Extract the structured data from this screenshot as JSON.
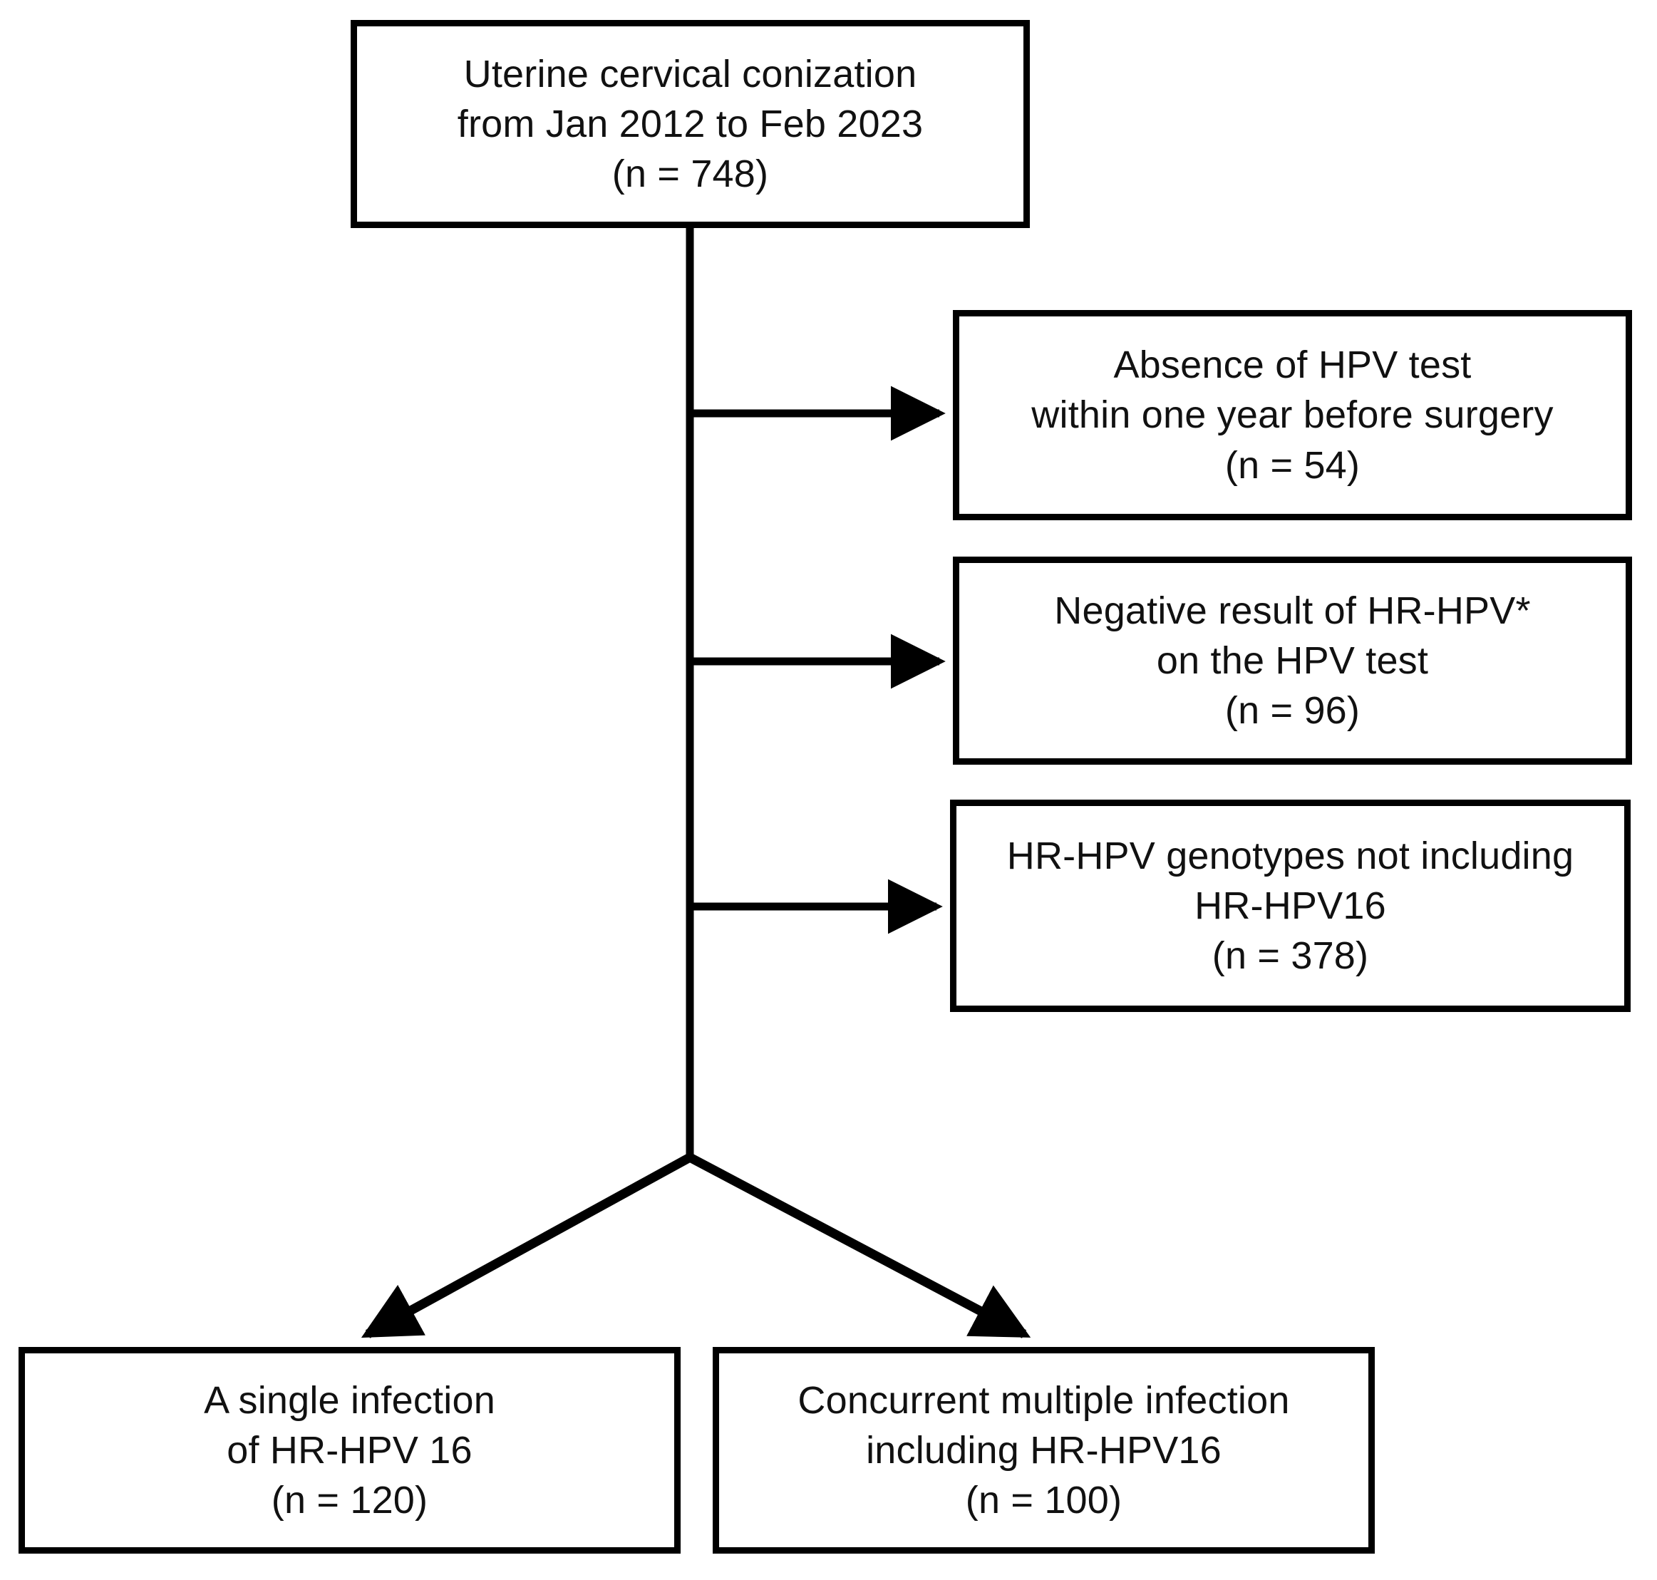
{
  "figure": {
    "type": "flowchart",
    "orientation": "top-down with right-side exclusion branches and a terminal two-way split",
    "accent_color": "#000000",
    "background_color": "#ffffff"
  },
  "nodes": {
    "source": {
      "id": "source-cohort",
      "lines": [
        "Uterine cervical conization",
        "from Jan 2012 to Feb 2023",
        "(n = 748)"
      ],
      "text": "Uterine cervical conization\nfrom Jan 2012 to Feb 2023\n(n = 748)",
      "label": "Uterine cervical conization from Jan 2012 to Feb 2023",
      "count_label": "(n = 748)",
      "count": 748
    },
    "exclusions": [
      {
        "id": "exclusion-no-hpv-test",
        "lines": [
          "Absence of HPV test",
          "within  one year before surgery",
          "(n = 54)"
        ],
        "text": "Absence of HPV test\nwithin  one year before surgery\n(n = 54)",
        "label": "Absence of HPV test within one year before surgery",
        "count_label": "(n = 54)",
        "count": 54
      },
      {
        "id": "exclusion-negative-hr-hpv",
        "lines": [
          "Negative result of HR-HPV*",
          "on  the HPV test",
          "(n = 96)"
        ],
        "text": "Negative result of HR-HPV*\non  the HPV test\n(n = 96)",
        "label": "Negative result of HR-HPV* on the HPV test",
        "count_label": "(n = 96)",
        "count": 96
      },
      {
        "id": "exclusion-no-hpv16",
        "lines": [
          "HR-HPV genotypes not including",
          "HR-HPV16",
          "(n = 378)"
        ],
        "text": "HR-HPV genotypes not including\nHR-HPV16\n(n = 378)",
        "label": "HR-HPV genotypes not including HR-HPV16",
        "count_label": "(n = 378)",
        "count": 378
      }
    ],
    "outcomes": [
      {
        "id": "outcome-single-infection",
        "lines": [
          "A single infection",
          "of HR-HPV 16",
          "(n = 120)"
        ],
        "text": "A single infection\nof HR-HPV 16\n(n = 120)",
        "label": "A single infection of HR-HPV 16",
        "count_label": "(n = 120)",
        "count": 120
      },
      {
        "id": "outcome-multiple-infection",
        "lines": [
          "Concurrent multiple  infection",
          "including  HR-HPV16",
          "(n = 100)"
        ],
        "text": "Concurrent multiple  infection\nincluding  HR-HPV16\n(n = 100)",
        "label": "Concurrent multiple infection including HR-HPV16",
        "count_label": "(n = 100)",
        "count": 100
      }
    ]
  },
  "connectors": [
    {
      "id": "trunk",
      "from": "source-cohort",
      "to": "split-apex",
      "style": "vertical-line"
    },
    {
      "id": "branch-to-exclusion-1",
      "from": "trunk",
      "to": "exclusion-no-hpv-test",
      "style": "horizontal-arrow"
    },
    {
      "id": "branch-to-exclusion-2",
      "from": "trunk",
      "to": "exclusion-negative-hr-hpv",
      "style": "horizontal-arrow"
    },
    {
      "id": "branch-to-exclusion-3",
      "from": "trunk",
      "to": "exclusion-no-hpv16",
      "style": "horizontal-arrow"
    },
    {
      "id": "split-to-single",
      "from": "split-apex",
      "to": "outcome-single-infection",
      "style": "diagonal-arrow"
    },
    {
      "id": "split-to-multiple",
      "from": "split-apex",
      "to": "outcome-multiple-infection",
      "style": "diagonal-arrow"
    }
  ],
  "footnote": {
    "symbol": "*",
    "attached_to": "exclusion-negative-hr-hpv"
  }
}
